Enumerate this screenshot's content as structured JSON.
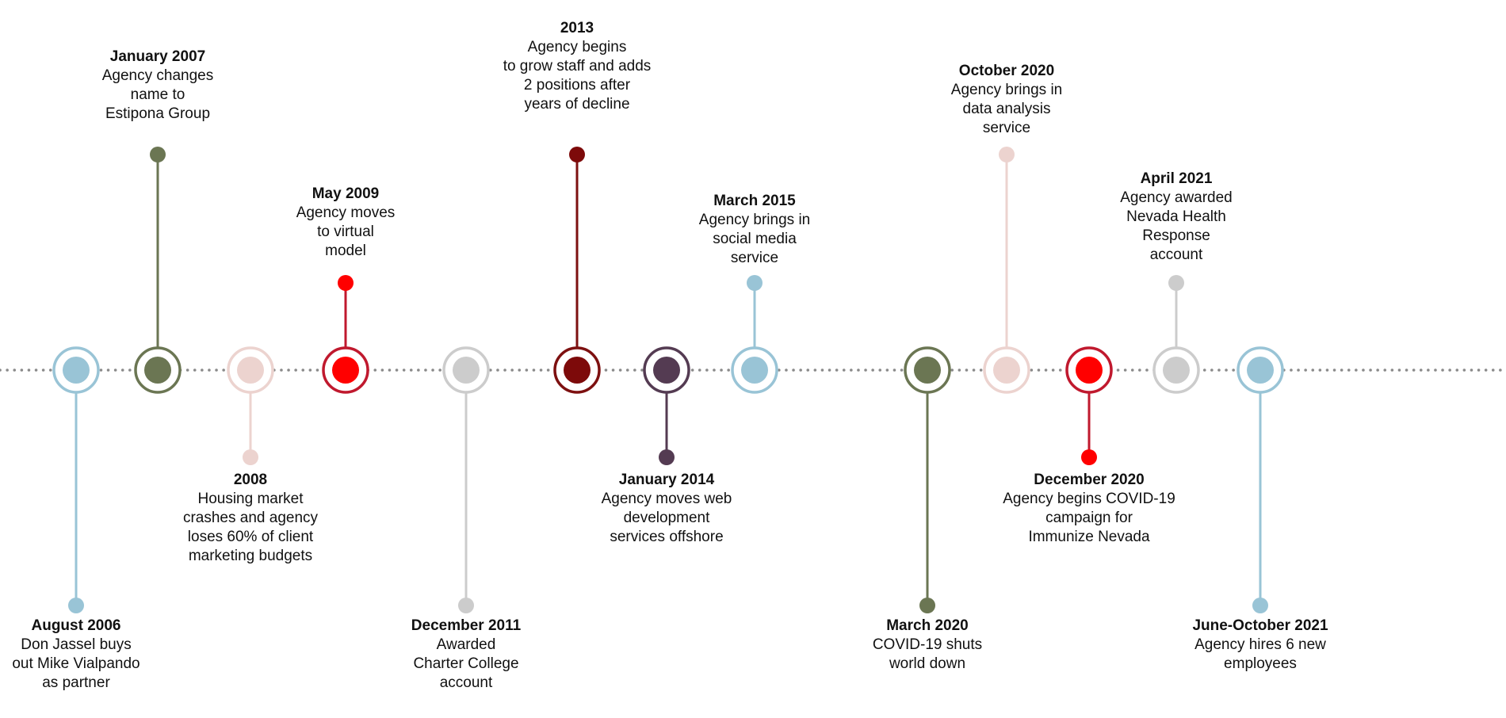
{
  "colors": {
    "axis": "#8a8a8a",
    "light_blue": "#99c4d6",
    "olive": "#6b7653",
    "pink": "#ecd3cf",
    "red": "#ff0000",
    "red_ring": "#c0192e",
    "gray": "#cccccc",
    "dark_red": "#7d0a0a",
    "dark_red_ring": "#7d1010",
    "plum": "#543b52"
  },
  "clipped_text": "y",
  "events": [
    {
      "date": "August 2006",
      "description": "Don Jassel buys\nout Mike Vialpando\nas partner",
      "fill": "#99c4d6",
      "ring": "#99c4d6",
      "side": "below"
    },
    {
      "date": "January 2007",
      "description": "Agency changes\nname to\nEstipona Group",
      "fill": "#6b7653",
      "ring": "#6b7653",
      "side": "above"
    },
    {
      "date": "2008",
      "description": "Housing market\ncrashes and agency\nloses 60% of client\nmarketing budgets",
      "fill": "#ecd3cf",
      "ring": "#ecd3cf",
      "side": "below"
    },
    {
      "date": "May 2009",
      "description": "Agency moves\nto virtual\nmodel",
      "fill": "#ff0000",
      "ring": "#c0192e",
      "side": "above"
    },
    {
      "date": "December 2011",
      "description": "Awarded\nCharter College\naccount",
      "fill": "#cccccc",
      "ring": "#cccccc",
      "side": "below"
    },
    {
      "date": "2013",
      "description": "Agency begins\nto grow staff and adds\n2 positions after\nyears of decline",
      "fill": "#7d0a0a",
      "ring": "#7d1010",
      "side": "above"
    },
    {
      "date": "January 2014",
      "description": "Agency moves web\ndevelopment\nservices offshore",
      "fill": "#543b52",
      "ring": "#543b52",
      "side": "below"
    },
    {
      "date": "March 2015",
      "description": "Agency brings in\nsocial media\nservice",
      "fill": "#99c4d6",
      "ring": "#99c4d6",
      "side": "above"
    },
    {
      "date": "March 2020",
      "description": "COVID-19 shuts\nworld down",
      "fill": "#6b7653",
      "ring": "#6b7653",
      "side": "below"
    },
    {
      "date": "October 2020",
      "description": "Agency brings in\ndata analysis\nservice",
      "fill": "#ecd3cf",
      "ring": "#ecd3cf",
      "side": "above"
    },
    {
      "date": "December 2020",
      "description": "Agency begins COVID-19\ncampaign for\nImmunize Nevada",
      "fill": "#ff0000",
      "ring": "#c0192e",
      "side": "below"
    },
    {
      "date": "April 2021",
      "description": "Agency awarded\nNevada Health\nResponse\naccount",
      "fill": "#cccccc",
      "ring": "#cccccc",
      "side": "above"
    },
    {
      "date": "June-October 2021",
      "description": "Agency hires 6 new\nemployees",
      "fill": "#99c4d6",
      "ring": "#99c4d6",
      "side": "below"
    }
  ]
}
